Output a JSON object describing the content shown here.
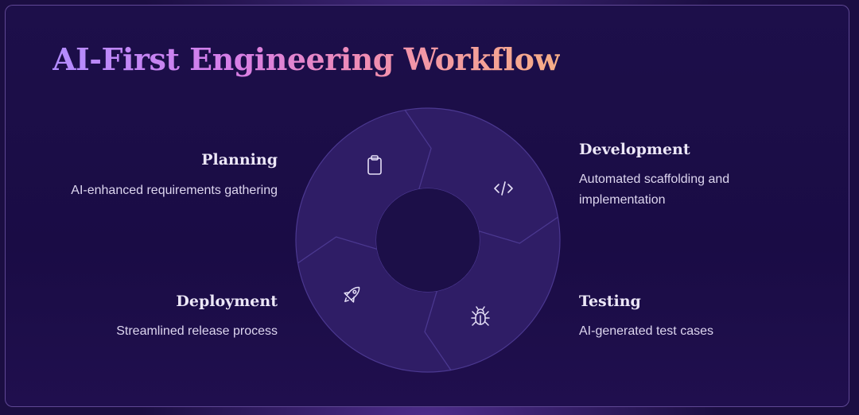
{
  "title": "AI-First Engineering Workflow",
  "stages": [
    {
      "id": "planning",
      "title": "Planning",
      "description": "AI-enhanced requirements gathering",
      "icon": "clipboard-icon"
    },
    {
      "id": "development",
      "title": "Development",
      "description": "Automated scaffolding and implementation",
      "icon": "code-icon"
    },
    {
      "id": "testing",
      "title": "Testing",
      "description": "AI-generated test cases",
      "icon": "bug-icon"
    },
    {
      "id": "deployment",
      "title": "Deployment",
      "description": "Streamlined release process",
      "icon": "rocket-icon"
    }
  ],
  "colors": {
    "background": "#1b0e42",
    "segment_fill": "#2f1d66",
    "segment_stroke": "#4b3890",
    "icon": "#e6e0f7",
    "title_gradient": [
      "#b28cff",
      "#d67ee8",
      "#f08db3",
      "#f7ae86"
    ]
  }
}
